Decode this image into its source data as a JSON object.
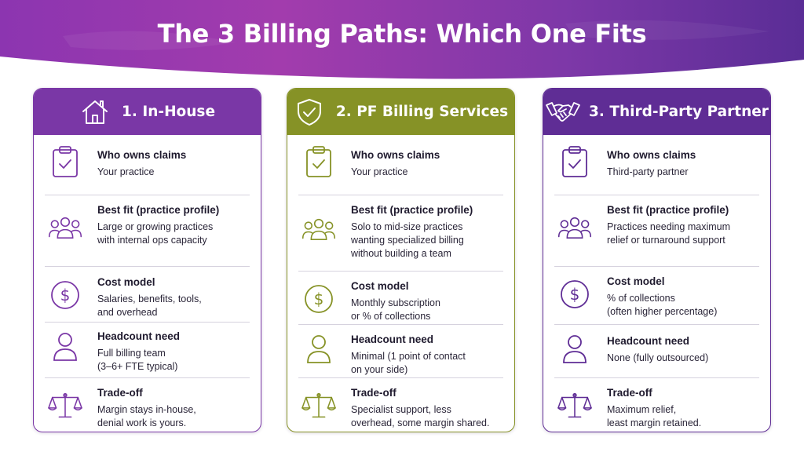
{
  "title": "The 3 Billing Paths: Which One Fits",
  "colors": {
    "purple": "#7a37a6",
    "olive": "#869226",
    "deep_purple": "#5f2d95"
  },
  "cards": [
    {
      "header": "1. In-House",
      "header_icon": "house-icon",
      "rows": [
        {
          "icon": "clipboard-check-icon",
          "label": "Who owns claims",
          "lines": [
            "Your practice"
          ]
        },
        {
          "icon": "people-group-icon",
          "label": "Best fit (practice profile)",
          "lines": [
            "Large or growing practices",
            "with internal ops capacity"
          ]
        },
        {
          "icon": "dollar-circle-icon",
          "label": "Cost model",
          "lines": [
            "Salaries, benefits, tools,",
            "and overhead"
          ]
        },
        {
          "icon": "person-icon",
          "label": "Headcount need",
          "lines": [
            "Full billing team",
            "(3–6+ FTE typical)"
          ]
        },
        {
          "icon": "balance-scale-icon",
          "label": "Trade-off",
          "lines": [
            "Margin stays in-house,",
            "denial work is yours."
          ]
        }
      ]
    },
    {
      "header": "2. PF Billing Services",
      "header_icon": "shield-check-icon",
      "rows": [
        {
          "icon": "clipboard-check-icon",
          "label": "Who owns claims",
          "lines": [
            "Your practice"
          ]
        },
        {
          "icon": "people-group-icon",
          "label": "Best fit (practice profile)",
          "lines": [
            "Solo to mid-size practices",
            "wanting specialized billing",
            "without building a team"
          ]
        },
        {
          "icon": "dollar-circle-icon",
          "label": "Cost model",
          "lines": [
            "Monthly subscription",
            "or % of collections"
          ]
        },
        {
          "icon": "person-icon",
          "label": "Headcount need",
          "lines": [
            "Minimal (1 point of contact",
            "on your side)"
          ]
        },
        {
          "icon": "balance-scale-icon",
          "label": "Trade-off",
          "lines": [
            "Specialist support, less",
            "overhead, some margin shared."
          ]
        }
      ]
    },
    {
      "header": "3. Third-Party Partner",
      "header_icon": "handshake-icon",
      "rows": [
        {
          "icon": "clipboard-check-icon",
          "label": "Who owns claims",
          "lines": [
            "Third-party partner"
          ]
        },
        {
          "icon": "people-group-icon",
          "label": "Best fit (practice profile)",
          "lines": [
            "Practices needing maximum",
            "relief or turnaround support"
          ]
        },
        {
          "icon": "dollar-circle-icon",
          "label": "Cost model",
          "lines": [
            "% of collections",
            "(often higher percentage)"
          ]
        },
        {
          "icon": "person-icon",
          "label": "Headcount need",
          "lines": [
            "None (fully outsourced)"
          ]
        },
        {
          "icon": "balance-scale-icon",
          "label": "Trade-off",
          "lines": [
            "Maximum relief,",
            "least margin retained."
          ]
        }
      ]
    }
  ]
}
